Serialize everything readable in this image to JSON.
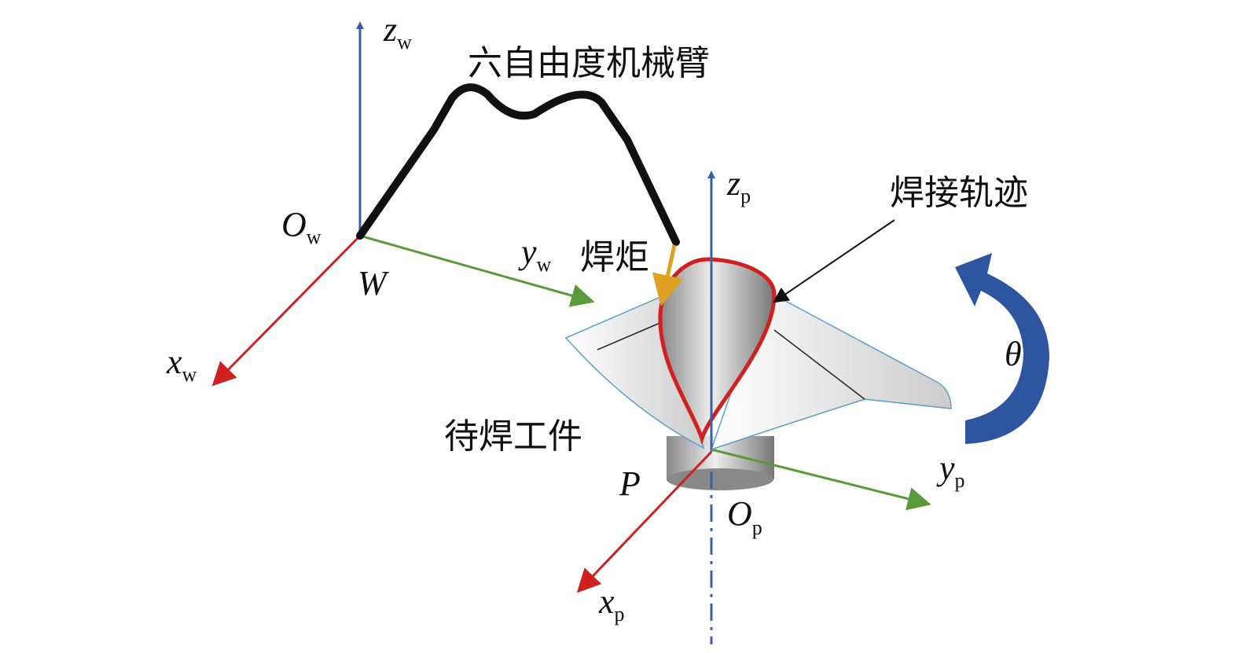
{
  "labels": {
    "robot_arm": "六自由度机械臂",
    "torch": "焊炬",
    "weld_path": "焊接轨迹",
    "workpiece": "待焊工件",
    "world_origin": "O",
    "world_origin_sub": "w",
    "world_point": "W",
    "zw": "z",
    "zw_sub": "w",
    "yw": "y",
    "yw_sub": "w",
    "xw": "x",
    "xw_sub": "w",
    "zp": "z",
    "zp_sub": "p",
    "yp": "y",
    "yp_sub": "p",
    "xp": "x",
    "xp_sub": "p",
    "part_origin": "O",
    "part_origin_sub": "p",
    "part_point": "P",
    "rotation": "θ"
  },
  "colors": {
    "z_axis": "#3a5fa8",
    "y_axis": "#5a9a3a",
    "x_axis": "#d02020",
    "arm": "#111111",
    "torch": "#e0a020",
    "weld_path": "#d02020",
    "rotation_arrow": "#2d55a0"
  }
}
